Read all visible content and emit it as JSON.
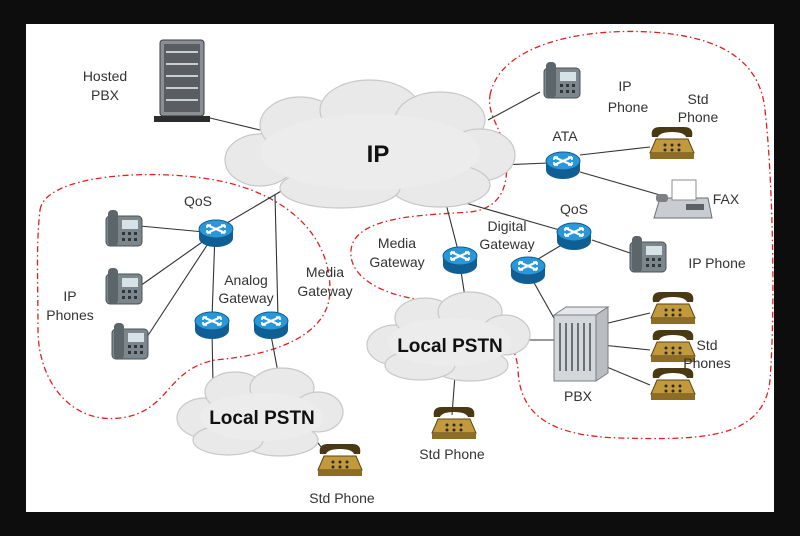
{
  "colors": {
    "background": "#0d0d0d",
    "canvas": "#ffffff",
    "zone_dash": "#e02020",
    "link": "#333333",
    "router": "#1a84c6",
    "phone_body": "#6f7a80",
    "std_phone": "#c8a24a",
    "cloud": "#e6e6e6"
  },
  "labels": {
    "hosted_pbx": [
      "Hosted",
      "PBX"
    ],
    "ip_cloud": "IP",
    "ip_phone_top": [
      "IP",
      "Phone"
    ],
    "std_phone_top": [
      "Std",
      "Phone"
    ],
    "ata": "ATA",
    "fax": "FAX",
    "qos_left": "QoS",
    "qos_right": "QoS",
    "ip_phones_left": [
      "IP",
      "Phones"
    ],
    "analog_gateway": [
      "Analog",
      "Gateway"
    ],
    "media_gateway_left": [
      "Media",
      "Gateway"
    ],
    "media_gateway_center": [
      "Media",
      "Gateway"
    ],
    "digital_gateway": [
      "Digital",
      "Gateway"
    ],
    "ip_phone_right": "IP Phone",
    "local_pstn_center": "Local PSTN",
    "local_pstn_bottom": "Local PSTN",
    "std_phones_right": [
      "Std",
      "Phones"
    ],
    "pbx": "PBX",
    "std_phone_center": "Std Phone",
    "std_phone_bottom": "Std Phone"
  },
  "icons": {
    "router": "router-icon",
    "ip_phone": "ip-phone-icon",
    "std_phone": "std-phone-icon",
    "fax": "fax-icon",
    "server": "server-icon",
    "pbx": "pbx-icon",
    "cloud": "cloud-icon"
  }
}
